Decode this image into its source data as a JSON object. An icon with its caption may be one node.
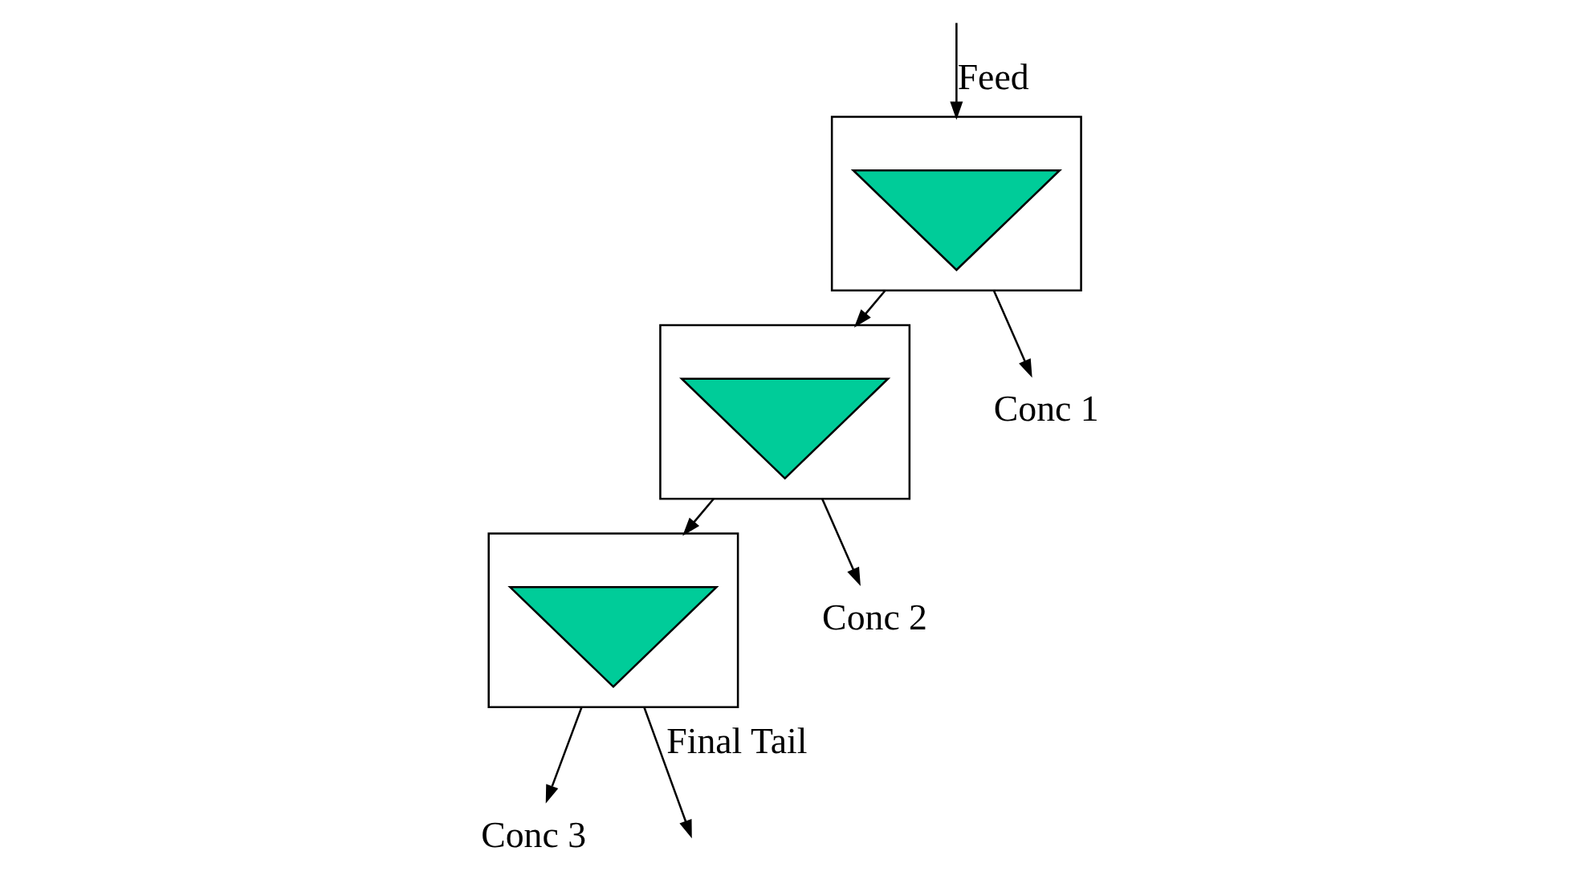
{
  "diagram": {
    "nodes": [
      {
        "text": [],
        "shape": "box"
      },
      {
        "text": [],
        "shape": "triangle",
        "in": 0
      },
      {
        "text": [],
        "shape": "box"
      },
      {
        "text": [],
        "shape": "triangle",
        "in": 2
      },
      {
        "text": [],
        "shape": "box"
      },
      {
        "text": [],
        "shape": "triangle",
        "in": 4
      },
      {
        "text": [
          "Conc 1"
        ]
      },
      {
        "text": [
          "Conc 2"
        ]
      },
      {
        "text": [
          "Conc 3"
        ]
      }
    ],
    "edges": [
      {
        "from": null,
        "to": 0,
        "arrow": "to",
        "label": "Feed"
      },
      {
        "from": 0,
        "to": 2,
        "arrow": "to"
      },
      {
        "from": 2,
        "to": 4,
        "arrow": "to"
      },
      {
        "from": 4,
        "to": null,
        "arrow": "to",
        "label": "Final Tail"
      },
      {
        "from": 0,
        "to": 6,
        "arrow": "to"
      },
      {
        "from": 2,
        "to": 7,
        "arrow": "to"
      },
      {
        "from": 4,
        "to": 8,
        "arrow": "to"
      }
    ]
  }
}
